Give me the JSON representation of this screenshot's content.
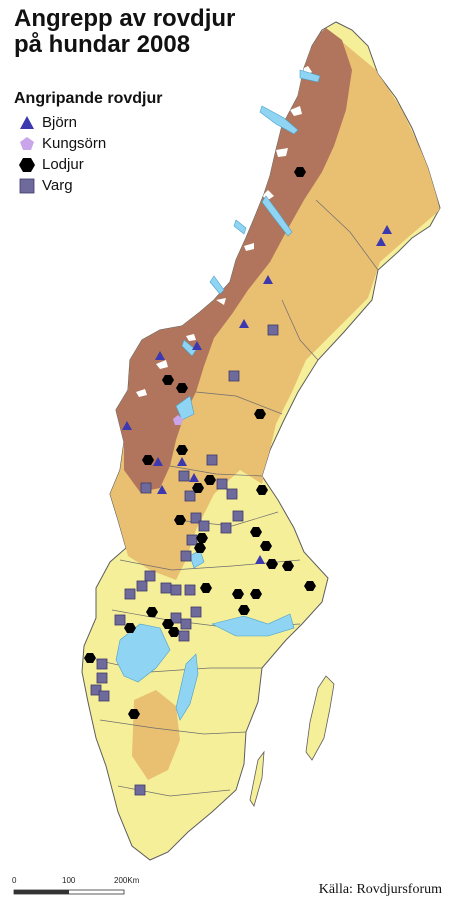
{
  "title_line1": "Angrepp av rovdjur",
  "title_line2": "på hundar 2008",
  "legend": {
    "title": "Angripande rovdjur",
    "items": [
      {
        "label": "Björn",
        "shape": "triangle",
        "color": "#3b38b0"
      },
      {
        "label": "Kungsörn",
        "shape": "pentagon",
        "color": "#c9a6ea"
      },
      {
        "label": "Lodjur",
        "shape": "hexagon",
        "color": "#000000"
      },
      {
        "label": "Varg",
        "shape": "square",
        "color": "#6e6a9c"
      }
    ]
  },
  "scale": {
    "ticks": [
      "0",
      "100",
      "200Km"
    ]
  },
  "source": "Källa: Rovdjursforum",
  "colors": {
    "lowland": "#f6ef9a",
    "midland": "#e9bf72",
    "highland": "#b0755c",
    "water": "#8fd4f2",
    "snow": "#ffffff"
  }
}
